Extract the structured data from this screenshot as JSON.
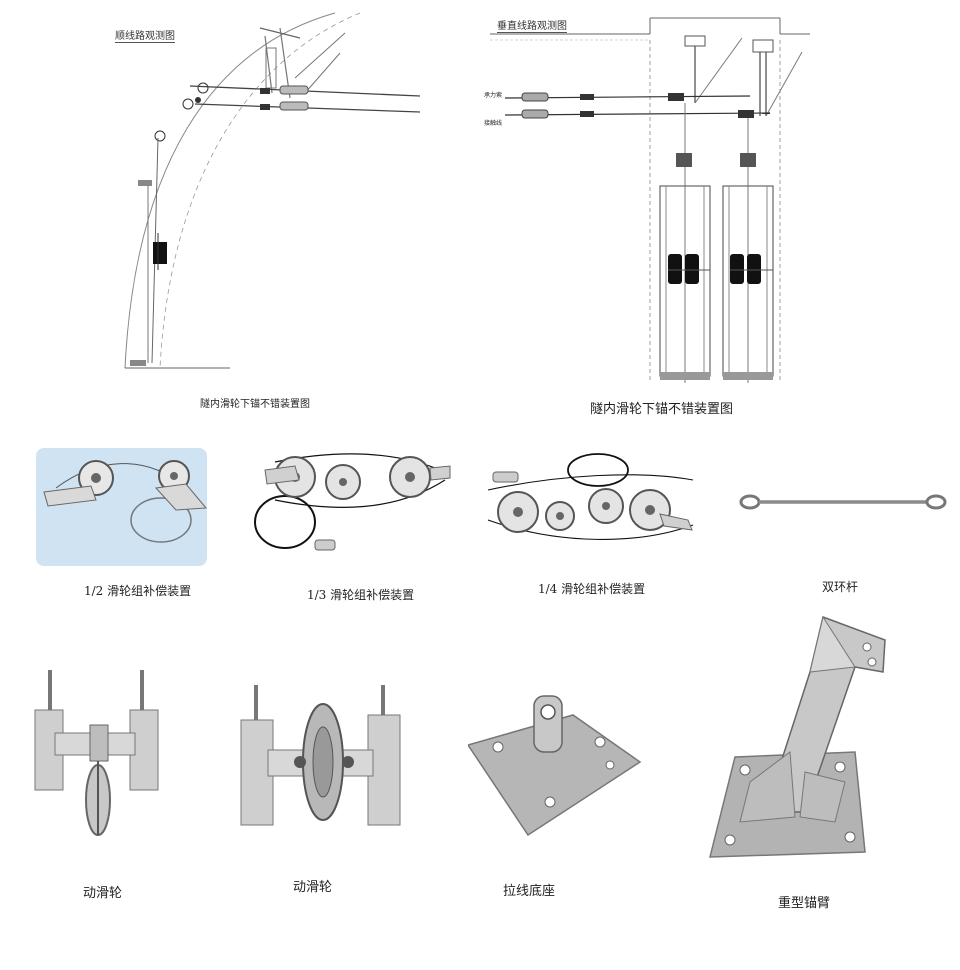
{
  "top_left": {
    "title": "顺线路观测图",
    "caption": "隧内滑轮下锚不错装置图"
  },
  "top_right": {
    "title": "垂直线路观测图",
    "caption": "隧内滑轮下锚不错装置图",
    "wire_labels": [
      "承力索",
      "接触线"
    ]
  },
  "products_row1": [
    {
      "label": "1/2 滑轮组补偿装置"
    },
    {
      "label": "1/3 滑轮组补偿装置"
    },
    {
      "label": "1/4 滑轮组补偿装置"
    },
    {
      "label": "双环杆"
    }
  ],
  "products_row2": [
    {
      "label": "动滑轮"
    },
    {
      "label": "动滑轮"
    },
    {
      "label": "拉线底座"
    },
    {
      "label": "重型锚臂"
    }
  ]
}
